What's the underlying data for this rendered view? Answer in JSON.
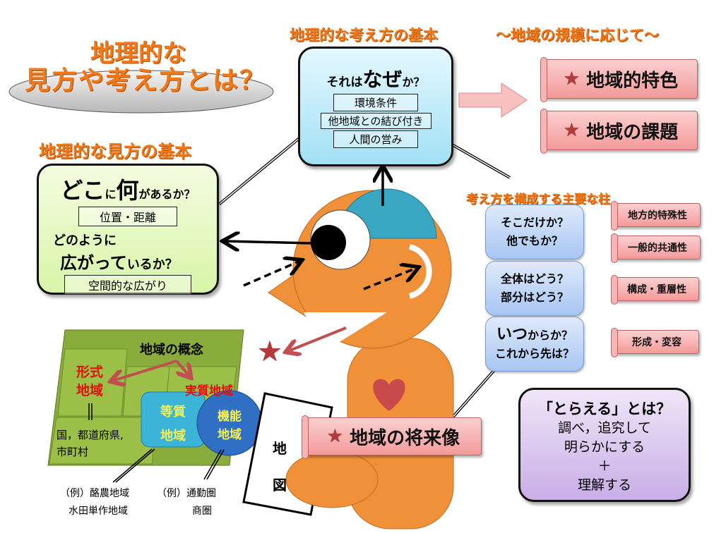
{
  "title": {
    "line1": "地理的な",
    "line2": "見方や考え方とは？"
  },
  "view_basic": {
    "heading": "地理的な見方の基本",
    "q1_a": "どこ",
    "q1_b": "に",
    "q1_c": "何",
    "q1_d": "があるか？",
    "label1": "位置・距離",
    "q2_a": "どのように",
    "q2_b": "広がって",
    "q2_c": "いるか？",
    "label2": "空間的な広がり"
  },
  "think_basic": {
    "heading": "地理的な考え方の基本",
    "q_a": "それは",
    "q_b": "なぜ",
    "q_c": "か？",
    "labels": [
      "環境条件",
      "他地域との結び付き",
      "人間の営み"
    ]
  },
  "scale": {
    "heading": "～地域の規模に応じて～",
    "items": [
      "地域的特色",
      "地域の課題"
    ],
    "future": "地域の将来像"
  },
  "pillars": {
    "heading": "考え方を構成する主要な柱",
    "questions": [
      {
        "l1": "そこだけか？",
        "l2": "他でもか？"
      },
      {
        "l1": "全体はどう？",
        "l2": "部分はどう？"
      },
      {
        "l1a": "いつ",
        "l1b": "からか？",
        "l2": "これから先は？"
      }
    ],
    "tags": [
      "地方的特殊性",
      "一般的共通性",
      "構成・重層性",
      "形成・変容"
    ]
  },
  "toraeru": {
    "title": "「とらえる」とは？",
    "l1": "調べ，追究して",
    "l2": "明らかにする",
    "plus": "＋",
    "l3": "理解する"
  },
  "region": {
    "title": "地域の概念",
    "formal": [
      "形式",
      "地域"
    ],
    "equals": "||",
    "formal_ex": [
      "国，都道府県,",
      "市町村"
    ],
    "substantive": "実質地域",
    "uniform": [
      "等質",
      "地域"
    ],
    "functional": [
      "機能",
      "地域"
    ],
    "uniform_ex": [
      "（例）酪農地域",
      "水田単作地域"
    ],
    "functional_ex": [
      "（例）通勤圏",
      "商圏"
    ]
  },
  "map": {
    "chars": [
      "地",
      "図"
    ]
  },
  "colors": {
    "orange": "#f0913a",
    "cap": "#3aa7c2",
    "pink": "#f6a9a9",
    "green": "#8aac3c"
  }
}
